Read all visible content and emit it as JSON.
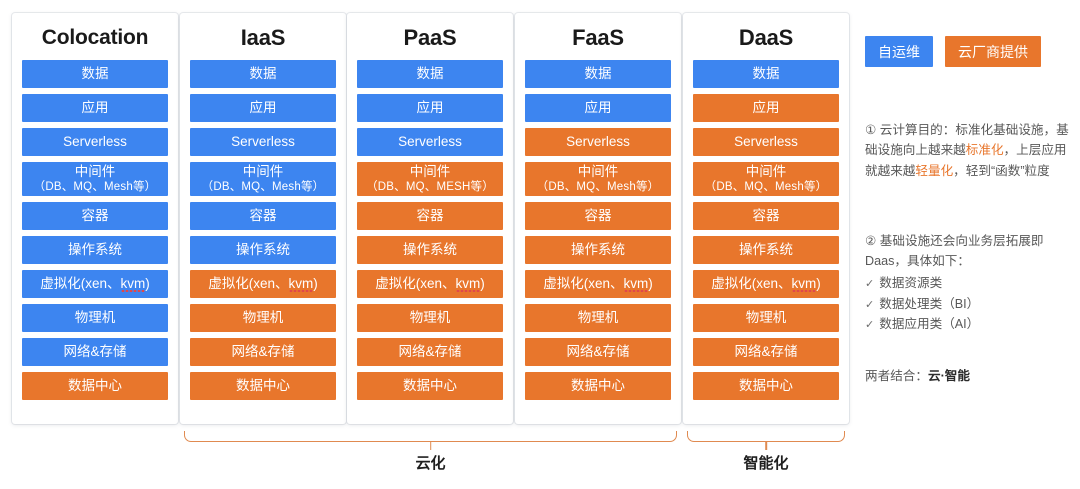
{
  "colors": {
    "self_managed": "#3d85f0",
    "cloud_provided": "#e8762c",
    "brace": "#e08a50",
    "background": "#ffffff"
  },
  "stack_layers": [
    {
      "key": "data",
      "label": "数据"
    },
    {
      "key": "application",
      "label": "应用"
    },
    {
      "key": "serverless",
      "label": "Serverless"
    },
    {
      "key": "middleware",
      "label": "中间件",
      "sub": "（DB、MQ、Mesh等）",
      "sub_paas": "（DB、MQ、MESH等）"
    },
    {
      "key": "container",
      "label": "容器"
    },
    {
      "key": "os",
      "label": "操作系统"
    },
    {
      "key": "virtual",
      "label": "虚拟化(xen、",
      "spell": "kvm",
      "label_tail": ")"
    },
    {
      "key": "physical",
      "label": "物理机"
    },
    {
      "key": "netstorage",
      "label": "网络&存储"
    },
    {
      "key": "datacenter",
      "label": "数据中心"
    }
  ],
  "columns": [
    {
      "id": "colocation",
      "title": "Colocation",
      "spellcheck": false,
      "rows": [
        "blue",
        "blue",
        "blue",
        "blue",
        "blue",
        "blue",
        "blue",
        "blue",
        "blue",
        "orange"
      ]
    },
    {
      "id": "iaas",
      "title": "IaaS",
      "spellcheck": false,
      "rows": [
        "blue",
        "blue",
        "blue",
        "blue",
        "blue",
        "blue",
        "orange",
        "orange",
        "orange",
        "orange"
      ]
    },
    {
      "id": "paas",
      "title": "PaaS",
      "spellcheck": false,
      "middleware_upper": true,
      "rows": [
        "blue",
        "blue",
        "blue",
        "orange",
        "orange",
        "orange",
        "orange",
        "orange",
        "orange",
        "orange"
      ]
    },
    {
      "id": "faas",
      "title": "FaaS",
      "spellcheck": true,
      "rows": [
        "blue",
        "blue",
        "orange",
        "orange",
        "orange",
        "orange",
        "orange",
        "orange",
        "orange",
        "orange"
      ]
    },
    {
      "id": "daas",
      "title": "DaaS",
      "spellcheck": true,
      "rows": [
        "blue",
        "orange",
        "orange",
        "orange",
        "orange",
        "orange",
        "orange",
        "orange",
        "orange",
        "orange"
      ]
    }
  ],
  "braces": [
    {
      "id": "cloudification",
      "label": "云化",
      "spans": [
        "iaas",
        "paas",
        "faas"
      ]
    },
    {
      "id": "intelligence",
      "label": "智能化",
      "spans": [
        "daas"
      ]
    }
  ],
  "legend": {
    "self_managed_label": "自运维",
    "cloud_provided_label": "云厂商提供"
  },
  "notes": {
    "note1": {
      "marker": "①",
      "part1": " 云计算目的：标准化基础设施，基础设施向上越来越",
      "hl1": "标准化",
      "part2": "，上层应用就越来越",
      "hl2": "轻量化",
      "part3": "，轻到“函数”粒度"
    },
    "note2": {
      "marker": "②",
      "text": " 基础设施还会向业务层拓展即Daas，具体如下：",
      "check_icon": "✓",
      "items": [
        "数据资源类",
        "数据处理类（BI）",
        "数据应用类（AI）"
      ]
    },
    "note3": {
      "prefix": "两者结合：",
      "strong": "云·智能"
    }
  }
}
